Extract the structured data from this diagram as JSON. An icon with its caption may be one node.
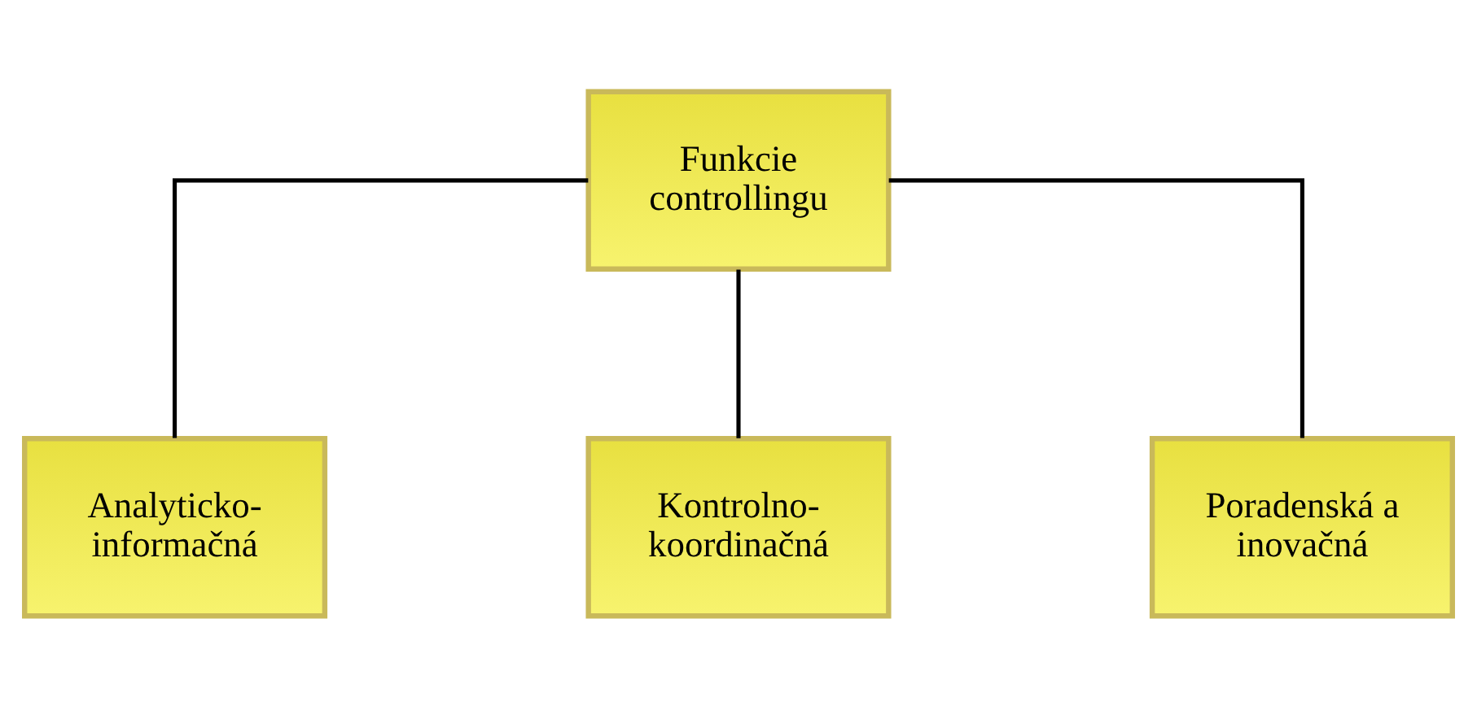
{
  "diagram": {
    "nodes": [
      {
        "text": [
          "Funkcie controllingu"
        ]
      },
      {
        "text": [
          "Analyticko-informačná"
        ]
      },
      {
        "text": [
          "Kontrolno-koordinačná"
        ]
      },
      {
        "text": [
          "Poradenská a inovačná"
        ]
      }
    ],
    "edges": [
      {
        "from": 0,
        "to": 1,
        "arrow": "none"
      },
      {
        "from": 0,
        "to": 2,
        "arrow": "none"
      },
      {
        "from": 0,
        "to": 3,
        "arrow": "none"
      }
    ]
  }
}
